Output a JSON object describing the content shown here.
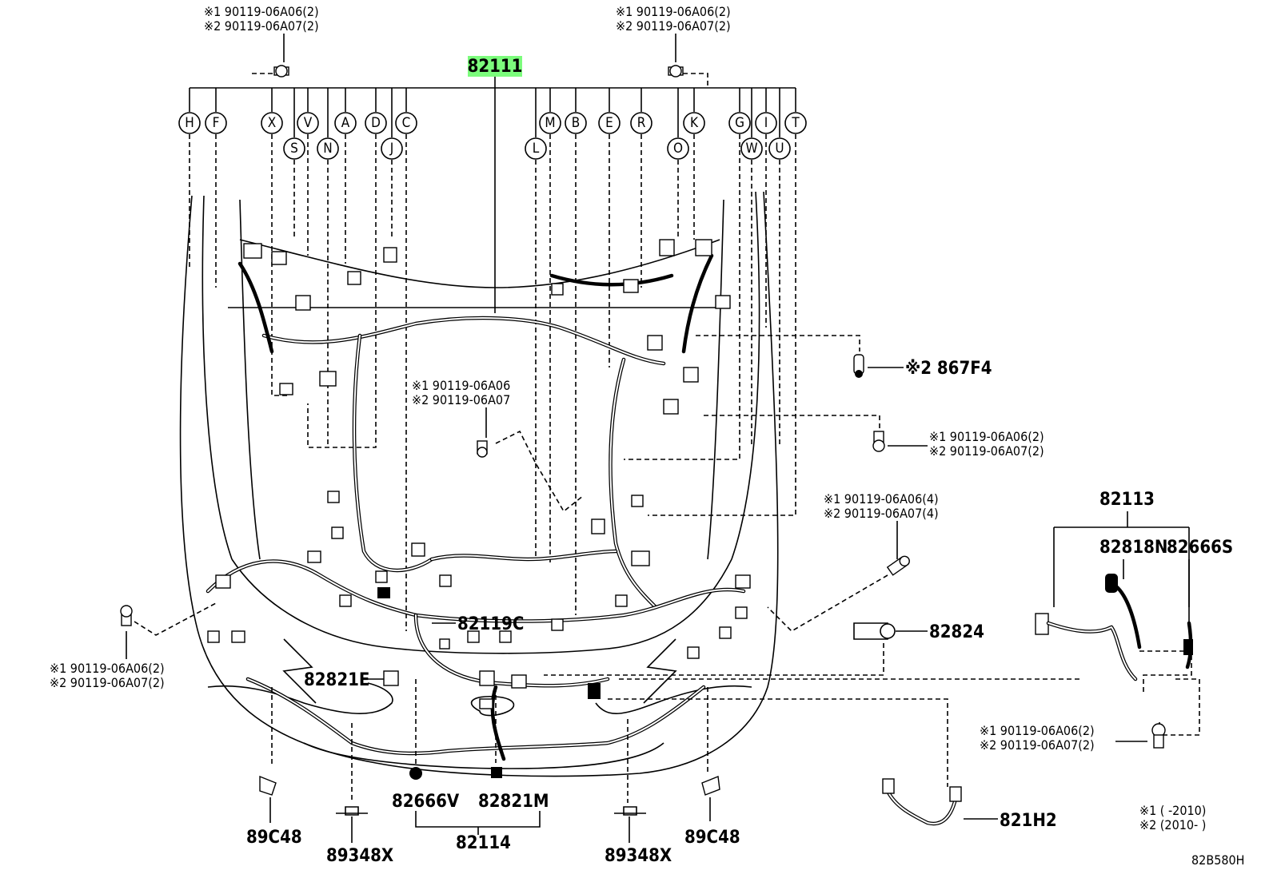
{
  "main_part": {
    "number": "82111",
    "highlight_color": "#7CFC7C"
  },
  "connector_labels_row1": [
    "H",
    "F",
    "X",
    "V",
    "A",
    "D",
    "C",
    "M",
    "B",
    "E",
    "R",
    "K",
    "G",
    "I",
    "T"
  ],
  "connector_labels_row2": [
    "S",
    "N",
    "J",
    "L",
    "O",
    "W",
    "U"
  ],
  "fasteners": {
    "top_left": {
      "line1": "※1 90119-06A06(2)",
      "line2": "※2 90119-06A07(2)"
    },
    "top_right": {
      "line1": "※1 90119-06A06(2)",
      "line2": "※2 90119-06A07(2)"
    },
    "center": {
      "line1": "※1 90119-06A06",
      "line2": "※2 90119-06A07"
    },
    "right_upper": {
      "line1": "※1 90119-06A06(2)",
      "line2": "※2 90119-06A07(2)"
    },
    "right_mid": {
      "line1": "※1 90119-06A06(4)",
      "line2": "※2 90119-06A07(4)"
    },
    "left_lower": {
      "line1": "※1 90119-06A06(2)",
      "line2": "※2 90119-06A07(2)"
    },
    "right_lower": {
      "line1": "※1 90119-06A06(2)",
      "line2": "※2 90119-06A07(2)"
    }
  },
  "parts": {
    "p867F4": "※2 867F4",
    "p82119C": "82119C",
    "p82824": "82824",
    "p82821E": "82821E",
    "p82113": "82113",
    "p82818N": "82818N",
    "p82666S": "82666S",
    "p82666V": "82666V",
    "p82821M": "82821M",
    "p82114": "82114",
    "p821H2": "821H2",
    "p89C48_left": "89C48",
    "p89C48_right": "89C48",
    "p89348X_left": "89348X",
    "p89348X_right": "89348X"
  },
  "legend": {
    "note1": "※1 (         -2010)",
    "note2": "※2 (2010-         )"
  },
  "diagram_code": "82B580H"
}
